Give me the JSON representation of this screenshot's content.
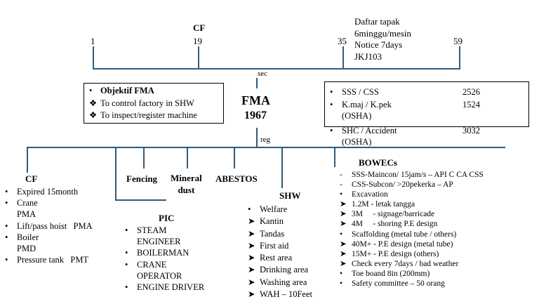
{
  "colors": {
    "line": "#2E5C7D",
    "text": "#000000"
  },
  "timeline": {
    "ticks": [
      "1",
      "19",
      "35",
      "59"
    ],
    "cf_label": "CF",
    "notice": [
      "Daftar tapak",
      "6minggu/mesin",
      "Notice 7days",
      "JKJ103"
    ],
    "sec_label": "sec"
  },
  "center": {
    "title": "FMA",
    "year": "1967",
    "reg_label": "reg"
  },
  "objektif_box": {
    "title": "Objektif FMA",
    "items": [
      "To control factory in SHW",
      "To inspect/register machine"
    ]
  },
  "stats_box": {
    "rows": [
      {
        "label": "SSS / CSS",
        "value": "2526",
        "sub": ""
      },
      {
        "label": "K.maj / K.pek",
        "value": "1524",
        "sub": "(OSHA)"
      },
      {
        "label": "SHC / Accident",
        "value": "3032",
        "sub": "(OSHA)"
      }
    ]
  },
  "branches": {
    "cf": {
      "title": "CF",
      "items": [
        {
          "text": "Expired 15month",
          "sub": ""
        },
        {
          "text": "Crane",
          "sub": "PMA"
        },
        {
          "text": "Lift/pass hoist   PMA",
          "sub": ""
        },
        {
          "text": "Boiler",
          "sub": "PMD"
        },
        {
          "text": "Pressure tank   PMT",
          "sub": ""
        }
      ]
    },
    "fencing": "Fencing",
    "mineral_dust": [
      "Mineral",
      "dust"
    ],
    "abestos": "ABESTOS",
    "pic": {
      "title": "PIC",
      "items": [
        {
          "text": "STEAM",
          "sub": "ENGINEER"
        },
        {
          "text": "BOILERMAN",
          "sub": ""
        },
        {
          "text": "CRANE",
          "sub": "OPERATOR"
        },
        {
          "text": "ENGINE DRIVER",
          "sub": ""
        }
      ]
    },
    "shw": {
      "title": "SHW",
      "items": [
        {
          "mark": "•",
          "text": "Welfare"
        },
        {
          "mark": "➤",
          "text": "Kantin"
        },
        {
          "mark": "➤",
          "text": "Tandas"
        },
        {
          "mark": "➤",
          "text": "First aid"
        },
        {
          "mark": "➤",
          "text": "Rest area"
        },
        {
          "mark": "➤",
          "text": "Drinking area"
        },
        {
          "mark": "➤",
          "text": "Washing area"
        },
        {
          "mark": "➤",
          "text": "WAH – 10Feet"
        }
      ]
    },
    "bowecs": {
      "title": "BOWECs",
      "items": [
        {
          "mark": "-",
          "text": "SSS-Maincon/ 15jam/s – API C CA CSS"
        },
        {
          "mark": "-",
          "text": "CSS-Subcon/ >20pekerka – AP"
        },
        {
          "mark": "•",
          "text": "Excavation"
        },
        {
          "mark": "➤",
          "text": "1.2M - letak tangga"
        },
        {
          "mark": "➤",
          "text": "3M     - signage/barricade"
        },
        {
          "mark": "➤",
          "text": "4M     - shoring P.E design"
        },
        {
          "mark": "•",
          "text": "Scaffolding (metal tube / others)"
        },
        {
          "mark": "➤",
          "text": "40M+ - P.E design (metal tube)"
        },
        {
          "mark": "➤",
          "text": "15M+ - P.E design (others)"
        },
        {
          "mark": "➤",
          "text": "Check every 7days / bad weather"
        },
        {
          "mark": "•",
          "text": "Toe boand 8in (200mm)"
        },
        {
          "mark": "•",
          "text": "Safety committee – 50 orang"
        }
      ]
    }
  }
}
